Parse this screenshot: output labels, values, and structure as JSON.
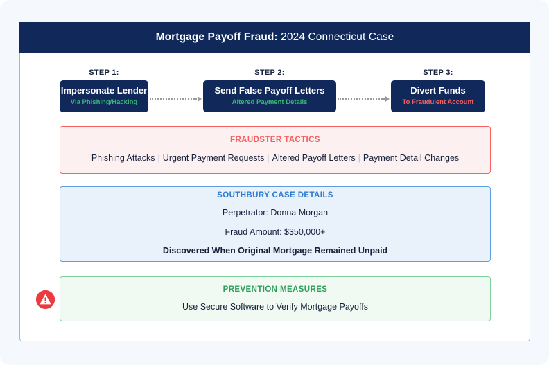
{
  "header": {
    "title_strong": "Mortgage Payoff Fraud:",
    "title_light": " 2024 Connecticut Case"
  },
  "colors": {
    "navy": "#11285a",
    "red": "#f4615f",
    "green": "#2e9e5b",
    "green_accent": "#37b877",
    "blue": "#2b7cd3",
    "page_background": "#f5f9fd"
  },
  "flow": {
    "steps": [
      {
        "label": "STEP 1:",
        "title": "Impersonate Lender",
        "subtitle": "Via Phishing/Hacking",
        "subtitle_color": "green"
      },
      {
        "label": "STEP 2:",
        "title": "Send False Payoff Letters",
        "subtitle": "Altered Payment Details",
        "subtitle_color": "green"
      },
      {
        "label": "STEP 3:",
        "title": "Divert Funds",
        "subtitle": "To Fraudulent Account",
        "subtitle_color": "red"
      }
    ]
  },
  "panels": {
    "tactics": {
      "heading": "FRAUDSTER TACTICS",
      "items": [
        "Phishing Attacks",
        "Urgent Payment Requests",
        "Altered Payoff Letters",
        "Payment Detail Changes"
      ]
    },
    "case": {
      "heading": "SOUTHBURY CASE DETAILS",
      "perpetrator": "Perpetrator: Donna Morgan",
      "amount": "Fraud Amount: $350,000+",
      "discovery": "Discovered When Original Mortgage Remained Unpaid"
    },
    "prevention": {
      "heading": "PREVENTION MEASURES",
      "measure": "Use Secure Software to Verify Mortgage Payoffs"
    }
  },
  "alert": {
    "icon": "warning-alert-icon"
  }
}
